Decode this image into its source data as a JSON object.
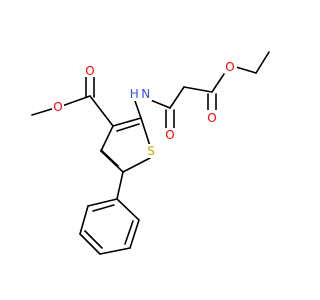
{
  "colors": {
    "bond": "#000000",
    "oxygen": "#ff0000",
    "nitrogen": "#3050f8",
    "sulfur": "#c8a800",
    "background": "#ffffff"
  },
  "atoms": [
    {
      "id": "o_methoxy",
      "label": "O",
      "element": "O"
    },
    {
      "id": "o_carbonyl_ester1",
      "label": "O",
      "element": "O"
    },
    {
      "id": "n_amide",
      "label": "H N",
      "element": "N"
    },
    {
      "id": "o_ethoxy",
      "label": "O",
      "element": "O"
    },
    {
      "id": "o_carbonyl_ester2",
      "label": "O",
      "element": "O"
    },
    {
      "id": "o_amide",
      "label": "O",
      "element": "O"
    },
    {
      "id": "s_thiophene",
      "label": "S",
      "element": "S"
    }
  ]
}
